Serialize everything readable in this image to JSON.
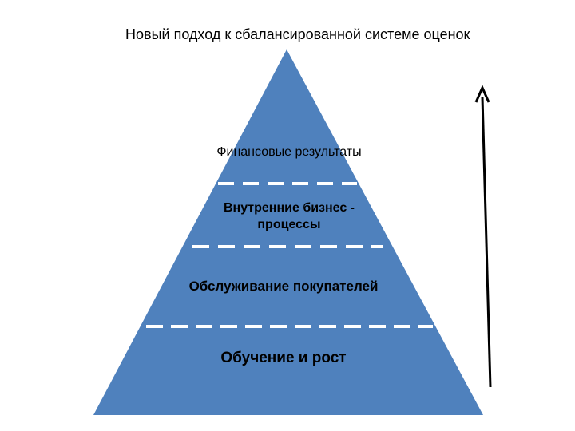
{
  "title": "Новый подход к сбалансированной системе оценок",
  "levels": [
    {
      "label": "Финансовые результаты"
    },
    {
      "label": "Внутренние бизнес - процессы"
    },
    {
      "label": "Обслуживание покупателей"
    },
    {
      "label": "Обучение и рост"
    }
  ],
  "colors": {
    "pyramid": "#4f81bd",
    "divider": "#ffffff",
    "arrow": "#000000"
  },
  "icons": {
    "arrow": "arrow-up-icon"
  }
}
